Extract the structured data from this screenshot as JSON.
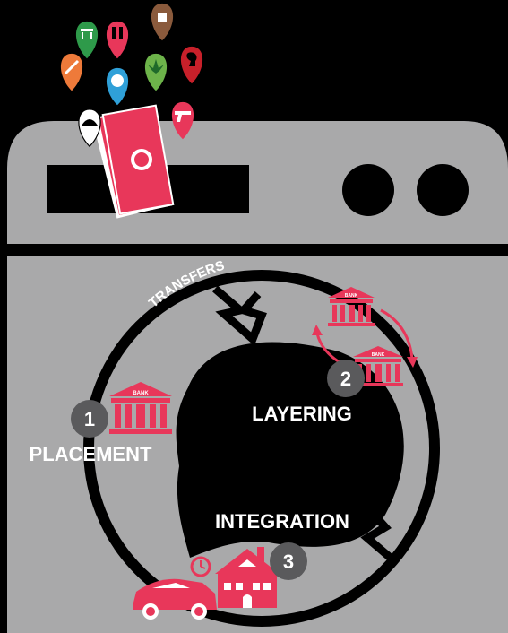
{
  "diagram": {
    "steps": [
      {
        "number": "1",
        "label": "PLACEMENT"
      },
      {
        "number": "2",
        "label": "LAYERING"
      },
      {
        "number": "3",
        "label": "INTEGRATION"
      }
    ],
    "arc_label": "TRANSFERS",
    "bank_sign": "BANK",
    "pins": [
      {
        "icon": "bench-icon",
        "color": "#2e9a4a"
      },
      {
        "icon": "boots-icon",
        "color": "#e8375a"
      },
      {
        "icon": "bag-icon",
        "color": "#8a5a3c"
      },
      {
        "icon": "syringe-icon",
        "color": "#ee7a3a"
      },
      {
        "icon": "palm-icon",
        "color": "#2fa0d8"
      },
      {
        "icon": "cannabis-icon",
        "color": "#6db34a"
      },
      {
        "icon": "head-icon",
        "color": "#c8202a"
      },
      {
        "icon": "hat-icon",
        "color": "#ffffff"
      },
      {
        "icon": "gun-icon",
        "color": "#e8375a"
      }
    ],
    "colors": {
      "background": "#000000",
      "machine_body": "#a9a9aa",
      "accent": "#e8375a",
      "badge": "#5a5a5c"
    }
  }
}
